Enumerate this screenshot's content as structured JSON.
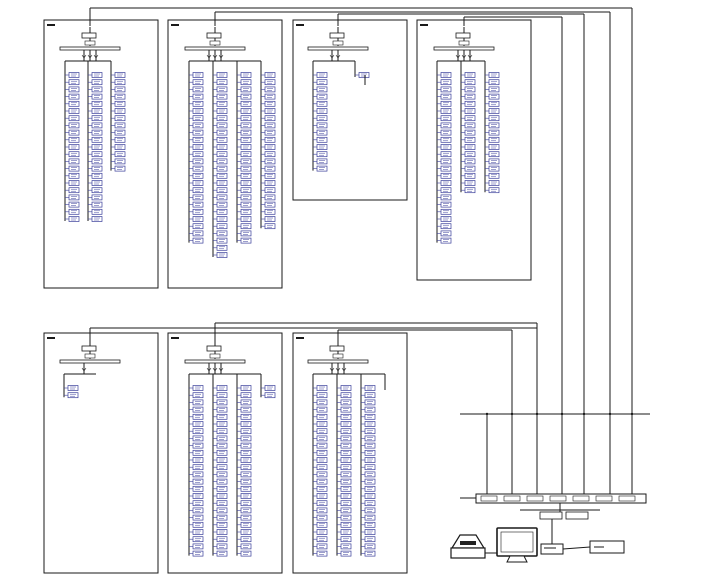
{
  "diagram": {
    "line_color": "#1a1a1a",
    "unit_color": "#3b3f9a",
    "background": "#ffffff",
    "panels": [
      {
        "id": "top-1",
        "columns": 3,
        "rows": [
          21,
          21,
          14
        ],
        "header_label": "",
        "sub_label": ""
      },
      {
        "id": "top-2",
        "columns": 4,
        "rows": [
          24,
          26,
          24,
          22
        ],
        "header_label": "",
        "sub_label": ""
      },
      {
        "id": "top-3",
        "columns": 2,
        "rows": [
          14,
          1
        ],
        "header_label": "",
        "sub_label": ""
      },
      {
        "id": "top-4",
        "columns": 3,
        "rows": [
          24,
          17,
          17
        ],
        "header_label": "",
        "sub_label": ""
      },
      {
        "id": "bottom-1",
        "columns": 1,
        "rows": [
          2
        ],
        "header_label": "",
        "sub_label": ""
      },
      {
        "id": "bottom-2",
        "columns": 4,
        "rows": [
          24,
          24,
          24,
          2
        ],
        "header_label": "",
        "sub_label": ""
      },
      {
        "id": "bottom-3",
        "columns": 4,
        "rows": [
          24,
          24,
          24,
          0
        ],
        "header_label": "",
        "sub_label": ""
      }
    ],
    "bus_label": "",
    "switch_ports": 7,
    "workstation": {
      "label": ""
    },
    "printer": {
      "label": ""
    },
    "ups": {
      "label": ""
    }
  }
}
